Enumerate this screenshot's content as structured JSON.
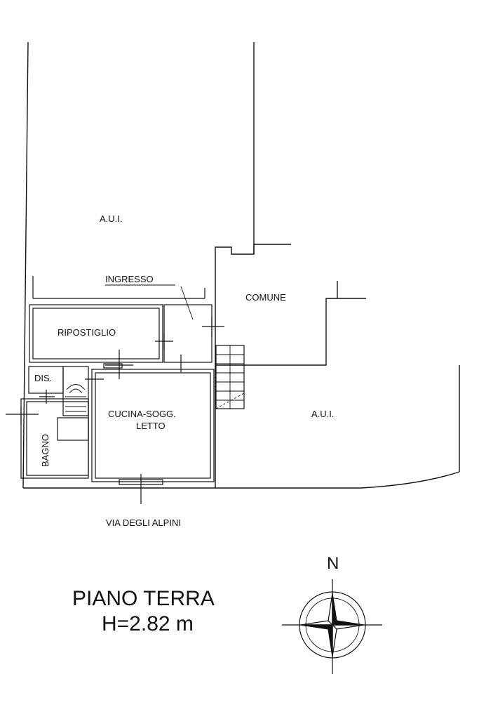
{
  "labels": {
    "aui_top": "A.U.I.",
    "ingresso": "INGRESSO",
    "comune": "COMUNE",
    "ripostiglio": "RIPOSTIGLIO",
    "dis": "DIS.",
    "bagno": "BAGNO",
    "cucina_line1": "CUCINA-SOGG.",
    "cucina_line2": "LETTO",
    "aui_right": "A.U.I.",
    "via": "VIA DEGLI ALPINI"
  },
  "title": {
    "line1": "PIANO TERRA",
    "line2": "H=2.82 m"
  },
  "compass": {
    "north_label": "N",
    "icon": "compass-rose-icon"
  }
}
